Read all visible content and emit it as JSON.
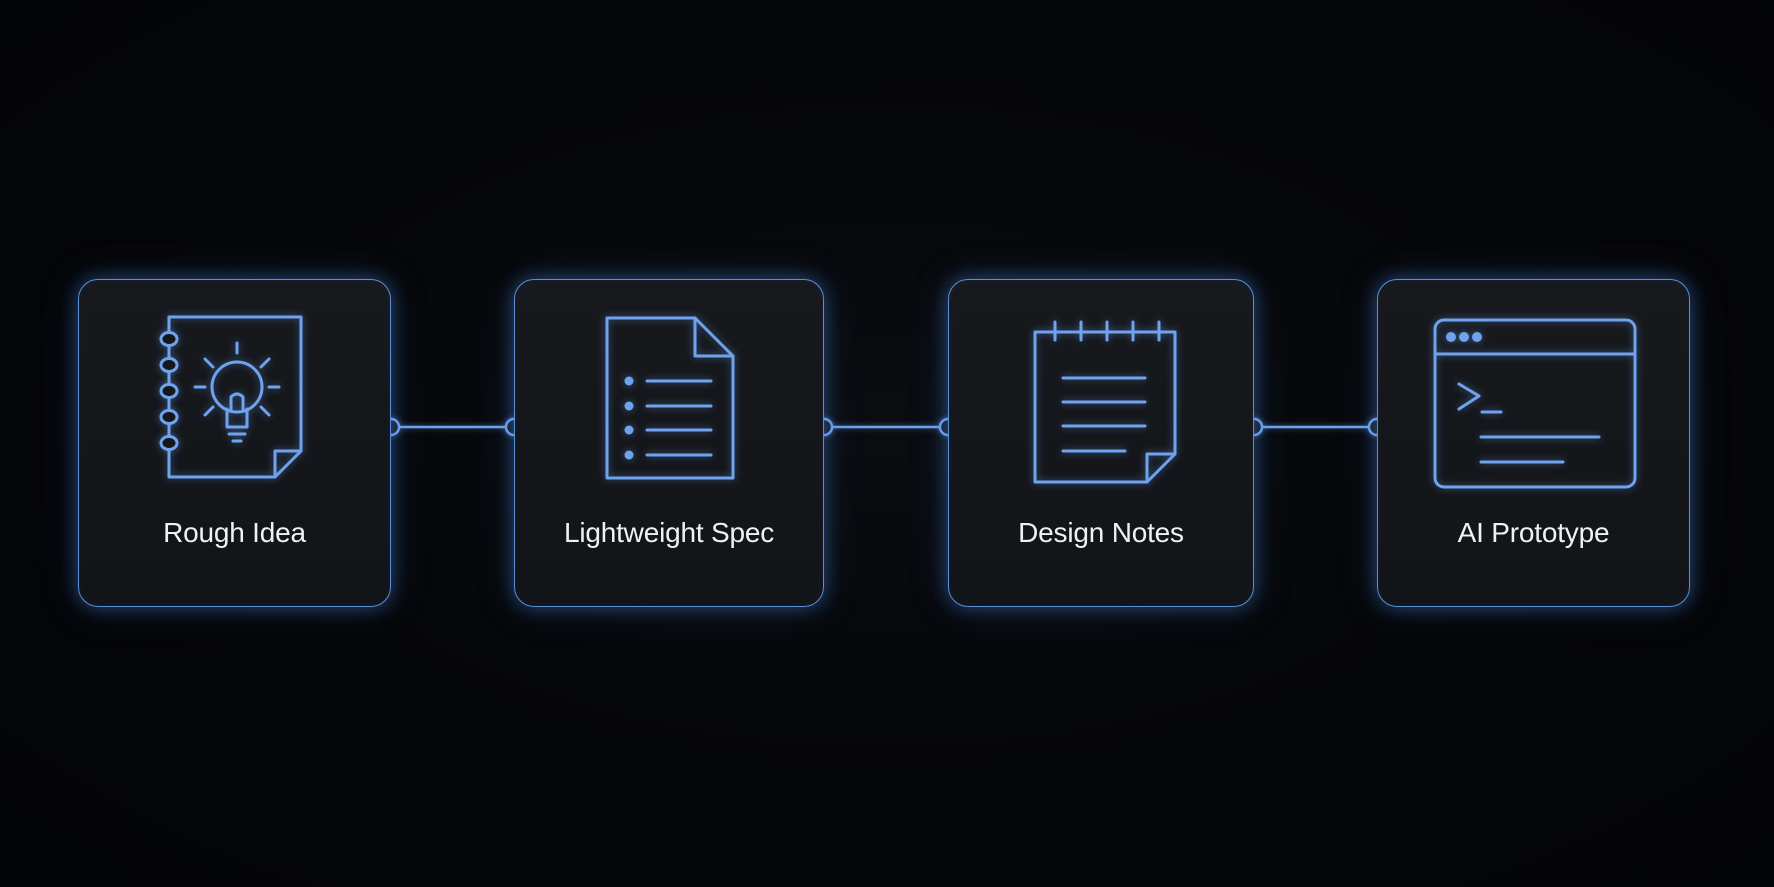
{
  "steps": [
    {
      "label": "Rough Idea",
      "icon": "notebook-lightbulb-icon"
    },
    {
      "label": "Lightweight Spec",
      "icon": "document-list-icon"
    },
    {
      "label": "Design Notes",
      "icon": "notepad-icon"
    },
    {
      "label": "AI Prototype",
      "icon": "terminal-window-icon"
    }
  ],
  "colors": {
    "background": "#040507",
    "card_fill": "#15171b",
    "accent": "#6fa3ee",
    "border": "#5b8fd4",
    "text": "#eef1f6"
  }
}
